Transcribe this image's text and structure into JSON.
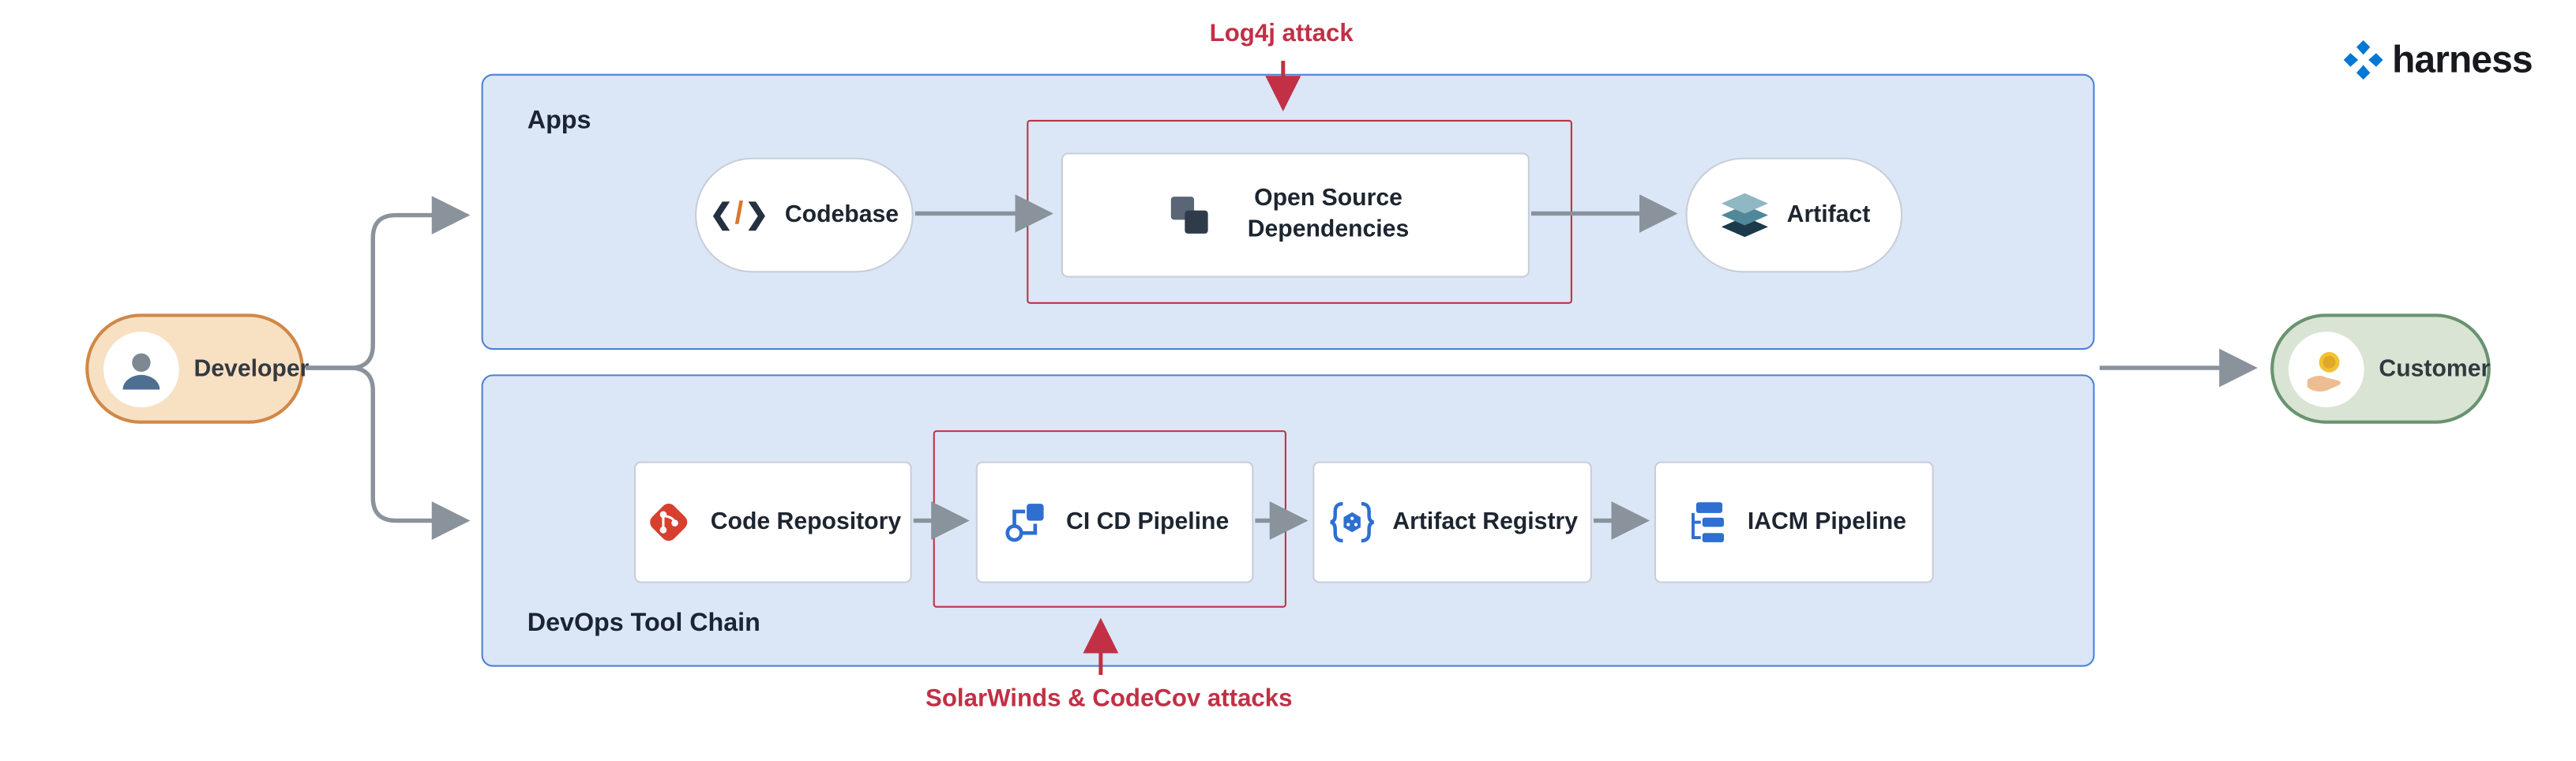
{
  "brand": {
    "name": "harness",
    "logo_color": "#0278d5"
  },
  "annotations": {
    "log4j": "Log4j attack",
    "solarwinds": "SolarWinds & CodeCov attacks",
    "color": "#c13045"
  },
  "actors": {
    "developer": {
      "label": "Developer",
      "icon": "person-icon",
      "fill": "#f8e0c3",
      "border": "#d08848"
    },
    "customer": {
      "label": "Customer",
      "icon": "coin-in-hand-icon",
      "fill": "#d9e4d5",
      "border": "#69936f"
    }
  },
  "apps_group": {
    "title": "Apps",
    "fill": "#dbe6f7",
    "border": "#4c80d8",
    "nodes": [
      {
        "label": "Codebase",
        "icon": "code-brackets-icon",
        "shape": "ellipse"
      },
      {
        "label": "Open Source Dependencies",
        "icon": "overlapping-squares-icon",
        "shape": "rect"
      },
      {
        "label": "Artifact",
        "icon": "stacked-layers-icon",
        "shape": "ellipse"
      }
    ]
  },
  "devops_group": {
    "title": "DevOps Tool Chain",
    "fill": "#dbe6f7",
    "border": "#4c80d8",
    "nodes": [
      {
        "label": "Code Repository",
        "icon": "git-icon",
        "shape": "rect"
      },
      {
        "label": "CI CD Pipeline",
        "icon": "pipeline-flow-icon",
        "shape": "rect"
      },
      {
        "label": "Artifact Registry",
        "icon": "braces-hexagon-icon",
        "shape": "rect"
      },
      {
        "label": "IACM Pipeline",
        "icon": "tree-list-icon",
        "shape": "rect"
      }
    ]
  },
  "connector_color": "#8a929b"
}
